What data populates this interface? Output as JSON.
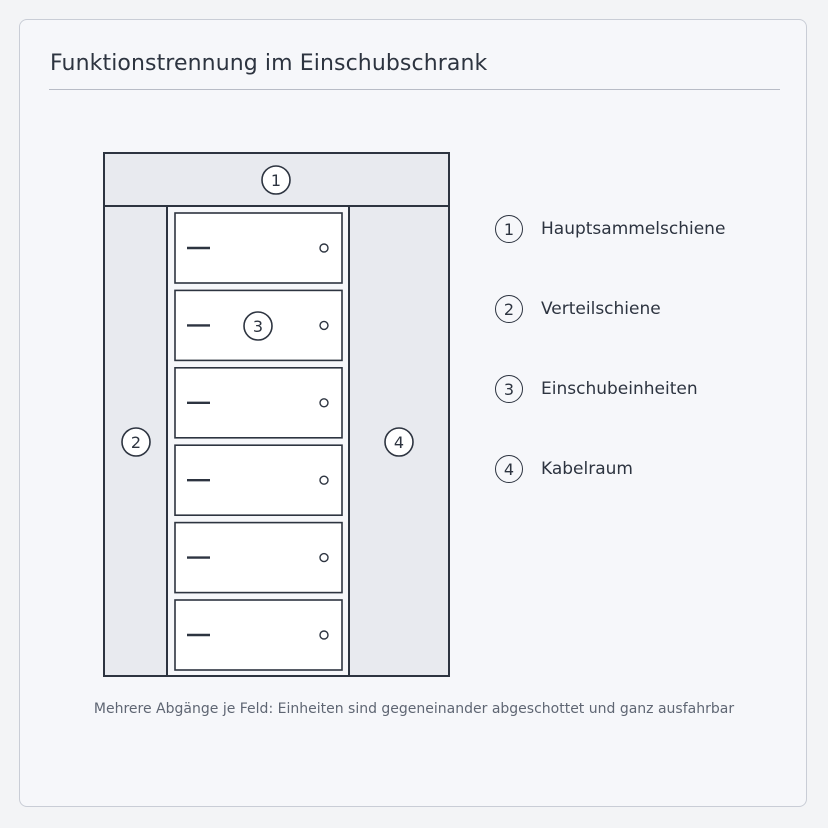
{
  "title": "Funktionstrennung im Einschubschrank",
  "caption": "Mehrere Abgänge je Feld: Einheiten sind gegeneinander abgeschottet und ganz ausfahrbar",
  "markers": {
    "busbar": "1",
    "distribution": "2",
    "units": "3",
    "cable": "4"
  },
  "legend": [
    {
      "num": "1",
      "label": "Hauptsammelschiene"
    },
    {
      "num": "2",
      "label": "Verteilschiene"
    },
    {
      "num": "3",
      "label": "Einschubeinheiten"
    },
    {
      "num": "4",
      "label": "Kabelraum"
    }
  ],
  "drawer_count": 6,
  "colors": {
    "stroke": "#2d3440",
    "compartment_fill": "#e8eaef",
    "drawer_fill": "#ffffff",
    "background": "#f6f7fa"
  }
}
